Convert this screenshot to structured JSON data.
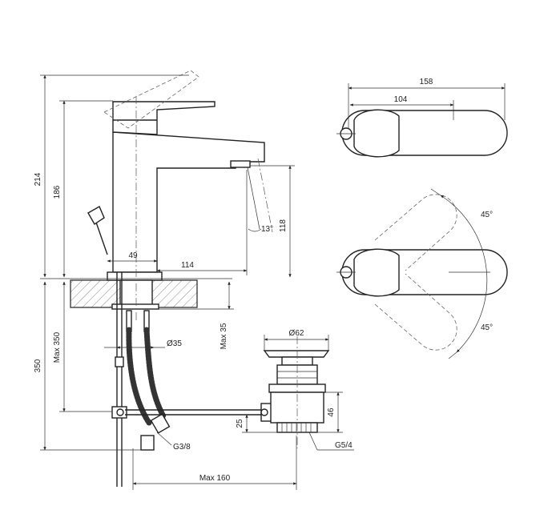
{
  "dimensions": {
    "d_214": "214",
    "d_186": "186",
    "d_118": "118",
    "d_49": "49",
    "d_114": "114",
    "d_13deg": "13°",
    "d_158": "158",
    "d_104": "104",
    "d_45deg_top": "45°",
    "d_45deg_bottom": "45°",
    "d_max350": "Max 350",
    "d_350": "350",
    "d_max35": "Max 35",
    "d_dia35": "Ø35",
    "d_dia62": "Ø62",
    "d_46": "46",
    "d_25": "25",
    "d_g38": "G3/8",
    "d_g54": "G5/4",
    "d_max160": "Max 160"
  }
}
